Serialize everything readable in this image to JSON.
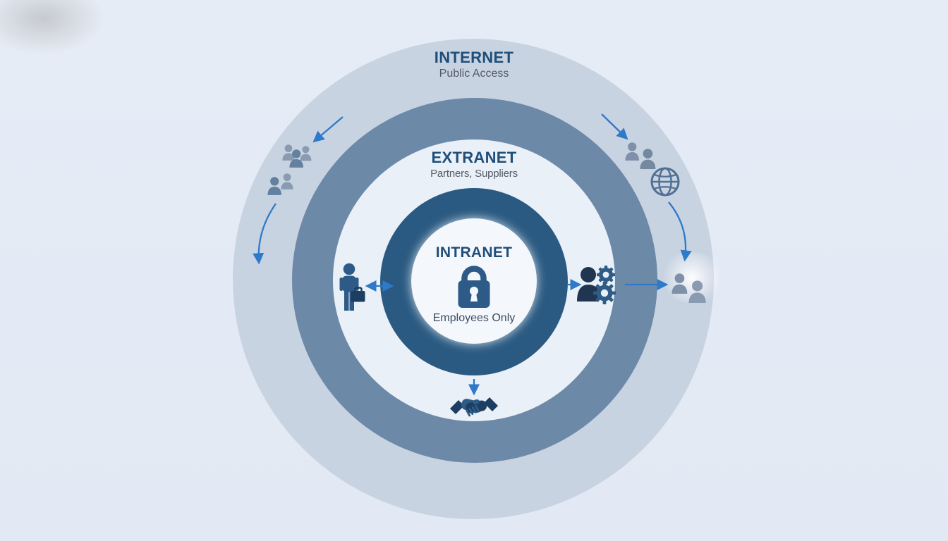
{
  "rings": {
    "internet": {
      "label": "INTERNET",
      "sublabel": "Public Access"
    },
    "extranet": {
      "label": "EXTRANET",
      "sublabel": "Partners, Suppliers"
    },
    "intranet": {
      "label": "INTRANET",
      "sublabel": "Employees Only"
    }
  },
  "icons": {
    "core": "lock-icon",
    "extranet_zone": [
      "person-briefcase-icon",
      "person-gears-icon",
      "handshake-icon"
    ],
    "internet_ring": [
      "team-group-3-icon",
      "team-group-2-icon",
      "users-pair-icon",
      "globe-icon",
      "users-pair-icon"
    ]
  },
  "flows": [
    {
      "name": "arrow-inflow-top-left",
      "direction": "down-left"
    },
    {
      "name": "arrow-outflow-bottom-left",
      "direction": "down"
    },
    {
      "name": "arrow-inflow-top-right",
      "direction": "down-right"
    },
    {
      "name": "arrow-globe-to-users",
      "direction": "down"
    },
    {
      "name": "arrow-intranet-briefcase",
      "direction": "left-right-double"
    },
    {
      "name": "arrow-intranet-to-gears",
      "direction": "right"
    },
    {
      "name": "arrow-gears-to-users",
      "direction": "right"
    },
    {
      "name": "arrow-intranet-to-handshake",
      "direction": "down"
    }
  ],
  "colors": {
    "background": "#E4EAF5",
    "outer_ring": "#C8D3E2",
    "middle_ring": "#6D89A8",
    "extranet_zone": "#EAF0F8",
    "intranet_ring": "#2A5A82",
    "core": "#F4F8FC",
    "title_text": "#1F4E79",
    "subtitle_text": "#565C66",
    "subtitle_dark_text": "#3E4C60",
    "arrow": "#2E79C8",
    "icon_dark_navy": "#1C3E63",
    "icon_blue": "#2D5A87",
    "icon_mid_blue": "#2E5C86",
    "icon_gray_blue": "#8A9BB1",
    "icon_gray_blue_dark": "#64809F",
    "globe_stroke": "#507094"
  }
}
